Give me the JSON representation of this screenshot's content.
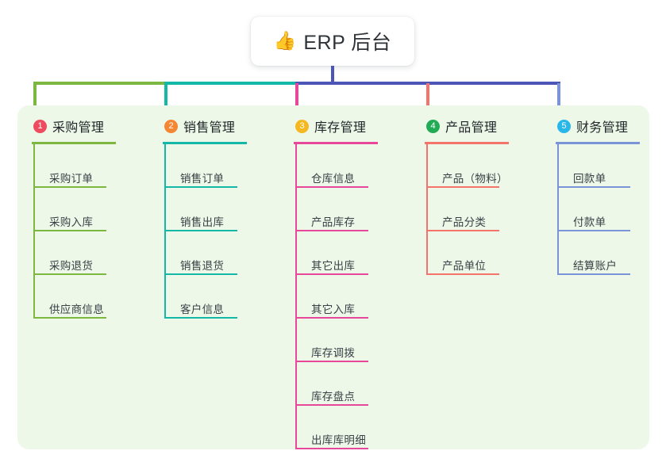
{
  "root": {
    "icon": "thumbs-up-icon",
    "icon_glyph": "👍",
    "title": "ERP 后台"
  },
  "colors": {
    "page_background": "#ffffff",
    "panel_background": "#eef8e9",
    "root_stem": "#4c55b8",
    "trunk": "#4c55b8"
  },
  "columns": [
    {
      "number": "1",
      "title": "采购管理",
      "badge_color": "#ef4b5e",
      "line_color": "#7cb83f",
      "drop_color": "#7cb83f",
      "trunk_color": "#7cb83f",
      "items": [
        "采购订单",
        "采购入库",
        "采购退货",
        "供应商信息"
      ]
    },
    {
      "number": "2",
      "title": "销售管理",
      "badge_color": "#f58634",
      "line_color": "#14b8a6",
      "drop_color": "#14b8a6",
      "trunk_color": "#14b8a6",
      "items": [
        "销售订单",
        "销售出库",
        "销售退货",
        "客户信息"
      ]
    },
    {
      "number": "3",
      "title": "库存管理",
      "badge_color": "#f5b820",
      "line_color": "#e8489a",
      "drop_color": "#e8489a",
      "trunk_color": "#4c55b8",
      "items": [
        "仓库信息",
        "产品库存",
        "其它出库",
        "其它入库",
        "库存调拨",
        "库存盘点",
        "出库库明细"
      ]
    },
    {
      "number": "4",
      "title": "产品管理",
      "badge_color": "#22ab55",
      "line_color": "#f4736b",
      "drop_color": "#f4736b",
      "trunk_color": "#4c55b8",
      "items": [
        "产品（物料）",
        "产品分类",
        "产品单位"
      ]
    },
    {
      "number": "5",
      "title": "财务管理",
      "badge_color": "#29b6e8",
      "line_color": "#7a94d8",
      "drop_color": "#7a94d8",
      "trunk_color": "#4c55b8",
      "items": [
        "回款单",
        "付款单",
        "结算账户"
      ]
    }
  ]
}
